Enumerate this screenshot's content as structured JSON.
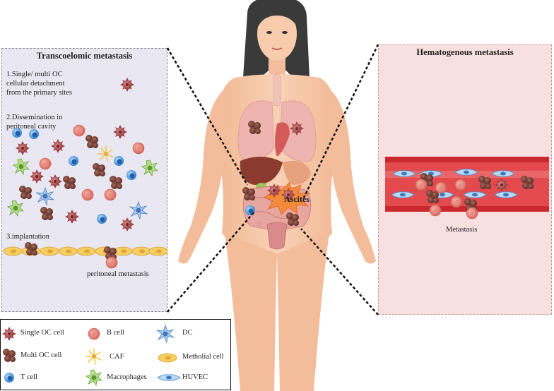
{
  "left_panel": {
    "title": "Transcoelomic metastasis",
    "step1": [
      "1.Single/ multi OC",
      "cellular detachment",
      "from the primary sites"
    ],
    "step2": [
      "2.Dissemination in",
      "peritoneal cavity"
    ],
    "step3": "3.implantation",
    "caption": "peritoneal metastasis"
  },
  "right_panel": {
    "title": "Hematogenous metastasis",
    "caption": "Metastasis"
  },
  "body_label": "Ascites",
  "legend": {
    "items": [
      {
        "label": "Single OC cell",
        "icon": "single-oc-cell-icon"
      },
      {
        "label": "B cell",
        "icon": "b-cell-icon"
      },
      {
        "label": "DC",
        "icon": "dc-icon"
      },
      {
        "label": "Multi OC cell",
        "icon": "multi-oc-cell-icon"
      },
      {
        "label": "CAF",
        "icon": "caf-icon"
      },
      {
        "label": "Metholial cell",
        "icon": "metholial-cell-icon"
      },
      {
        "label": "T cell",
        "icon": "t-cell-icon"
      },
      {
        "label": "Macrophages",
        "icon": "macrophage-icon"
      },
      {
        "label": "HUVEC",
        "icon": "huvec-icon"
      }
    ]
  },
  "colors": {
    "single_oc": "#b5565a",
    "multi_oc": "#7a3e35",
    "b_cell": "#e07a6e",
    "t_cell": "#3f8fd8",
    "dc": "#5b8fcf",
    "caf": "#f2c94c",
    "macrophage": "#7fbf4a",
    "metholial": "#f2c14e",
    "huvec": "#4a8fd0",
    "skin": "#f7c9a8",
    "hair": "#3a3a3a",
    "vessel": "#c9282e"
  }
}
